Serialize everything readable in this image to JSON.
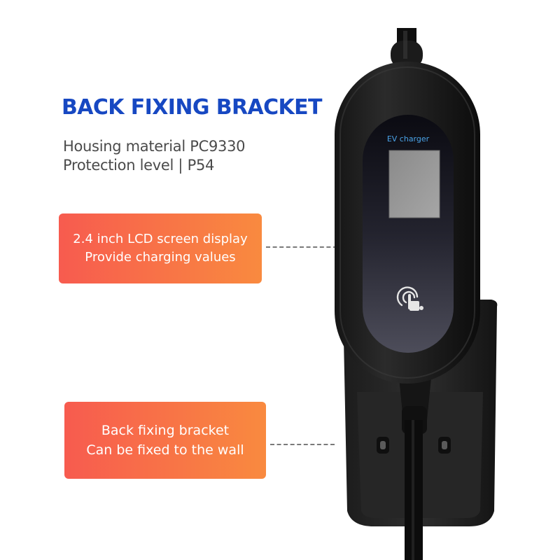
{
  "title": "BACK FIXING BRACKET",
  "specs": {
    "line1": "Housing material PC9330",
    "line2": "Protection level | P54"
  },
  "callouts": {
    "lcd": {
      "line1": "2.4 inch LCD screen display",
      "line2": "Provide charging values"
    },
    "bracket": {
      "line1": "Back fixing bracket",
      "line2": "Can be fixed to the wall"
    }
  },
  "device": {
    "screen_label": "EV charger"
  },
  "colors": {
    "title": "#1748c2",
    "callout_start": "#f75b4f",
    "callout_end": "#f98a3f",
    "screen_label": "#4aa3e8"
  }
}
